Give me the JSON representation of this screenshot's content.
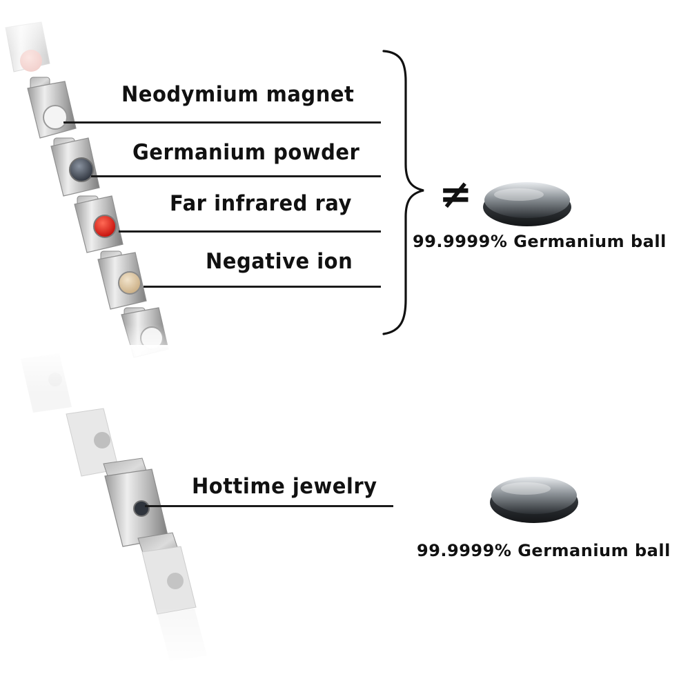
{
  "top_section": {
    "features": [
      "Neodymium magnet",
      "Germanium powder",
      "Far infrared ray",
      "Negative ion"
    ],
    "not_equal_symbol": "≠",
    "ball_caption": "99.9999% Germanium  ball"
  },
  "bottom_section": {
    "product_label": "Hottime  jewelry",
    "ball_caption": "99.9999% Germanium  ball"
  },
  "stone_colors": {
    "germanium": "#3d4450",
    "far_infrared": "#e0140f",
    "negative_ion": "#d9c3a0"
  }
}
